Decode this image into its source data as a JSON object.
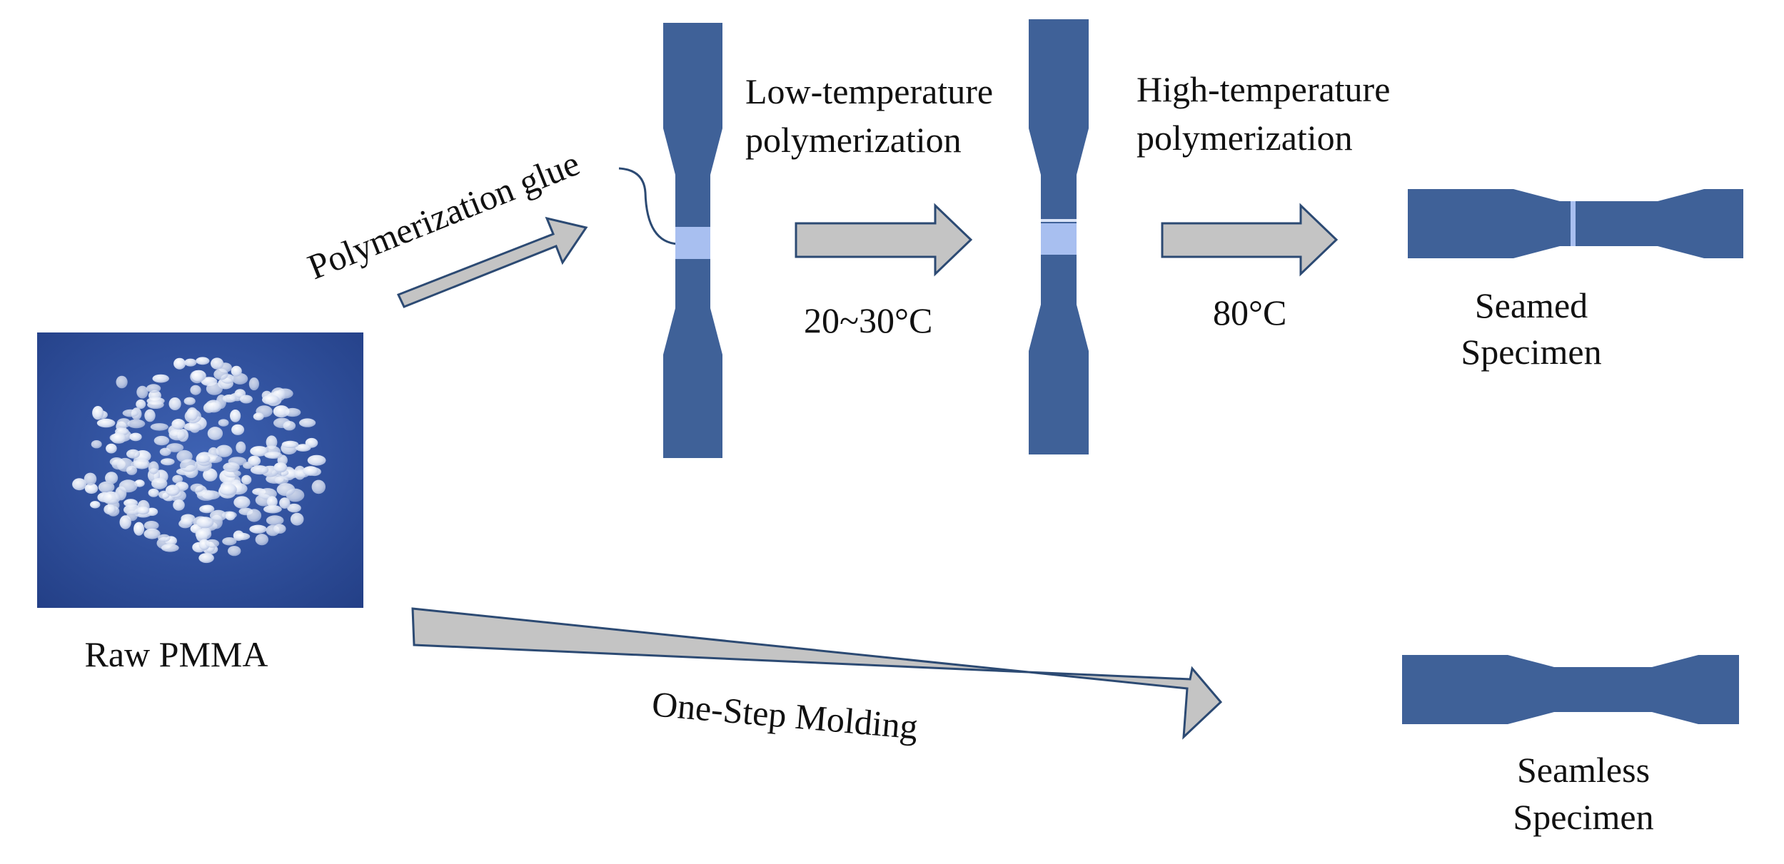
{
  "labels": {
    "raw_pmma": "Raw PMMA",
    "polymerization_glue": "Polymerization glue",
    "low_temp_line1": "Low-temperature",
    "low_temp_line2": "polymerization",
    "low_temp_value": "20~30°C",
    "high_temp_line1": "High-temperature",
    "high_temp_line2": "polymerization",
    "high_temp_value": "80°C",
    "seamed_line1": "Seamed",
    "seamed_line2": "Specimen",
    "one_step": "One-Step Molding",
    "seamless_line1": "Seamless",
    "seamless_line2": "Specimen"
  },
  "colors": {
    "specimen_fill": "#3f6198",
    "seam_fill": "#a8bff0",
    "arrow_fill": "#c4c4c4",
    "arrow_stroke": "#2c4a73",
    "photo_background": "#2f4f9a"
  }
}
